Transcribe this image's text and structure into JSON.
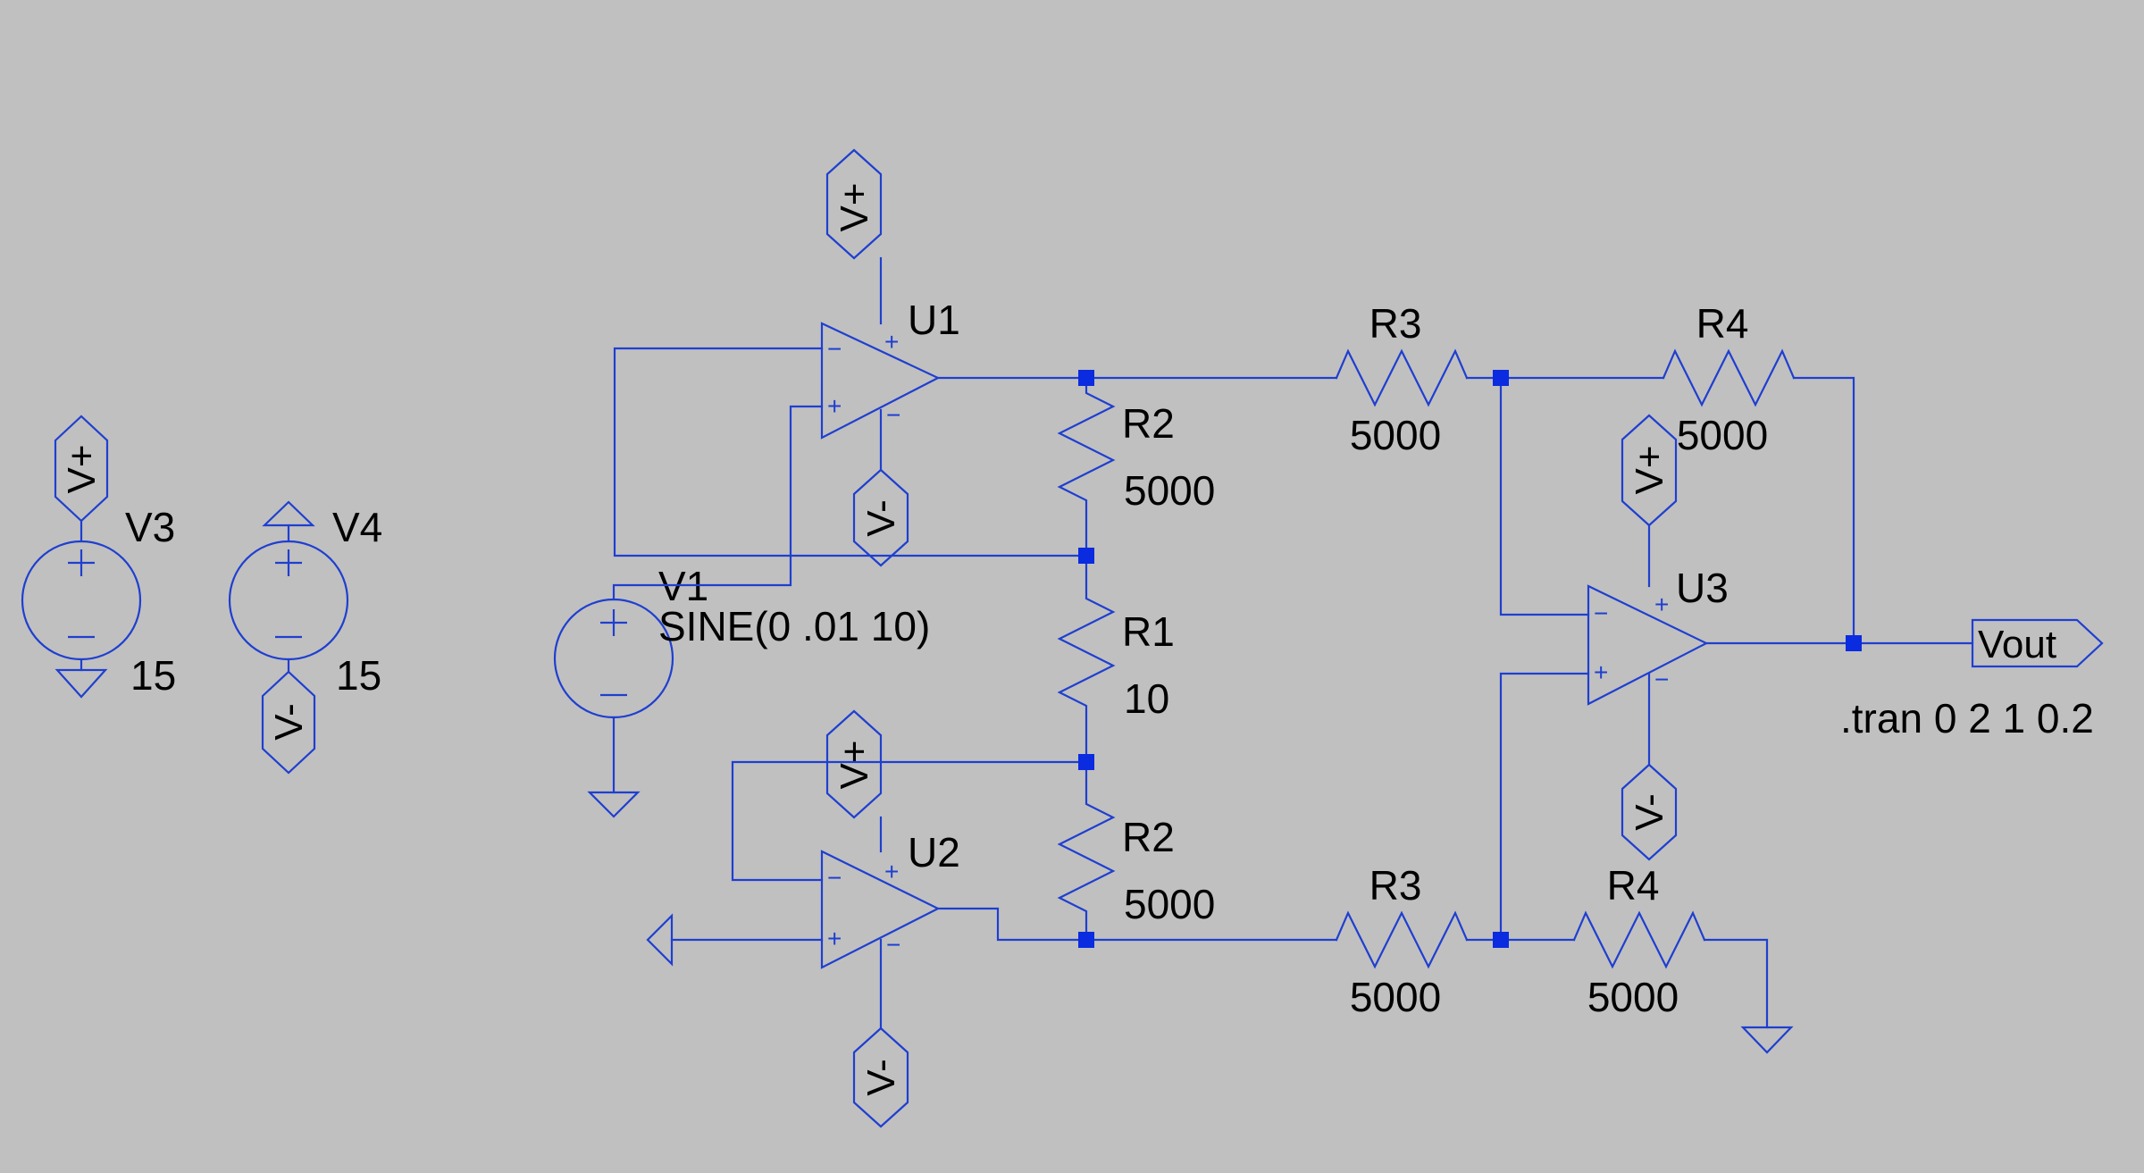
{
  "components": {
    "V3": {
      "name": "V3",
      "value": "15"
    },
    "V4": {
      "name": "V4",
      "value": "15"
    },
    "V1": {
      "name": "V1",
      "value": "SINE(0 .01 10)"
    },
    "U1": {
      "name": "U1"
    },
    "U2": {
      "name": "U2"
    },
    "U3": {
      "name": "U3"
    },
    "R1": {
      "name": "R1",
      "value": "10"
    },
    "R2a": {
      "name": "R2",
      "value": "5000"
    },
    "R2b": {
      "name": "R2",
      "value": "5000"
    },
    "R3a": {
      "name": "R3",
      "value": "5000"
    },
    "R3b": {
      "name": "R3",
      "value": "5000"
    },
    "R4a": {
      "name": "R4",
      "value": "5000"
    },
    "R4b": {
      "name": "R4",
      "value": "5000"
    }
  },
  "labels": {
    "vplus": "V+",
    "vminus": "V-",
    "vout": "Vout"
  },
  "directive": ".tran 0 2 1 0.2",
  "colors": {
    "wire": "#1f3fd0",
    "junction": "#0a2be0",
    "background": "#c0c0c0"
  }
}
